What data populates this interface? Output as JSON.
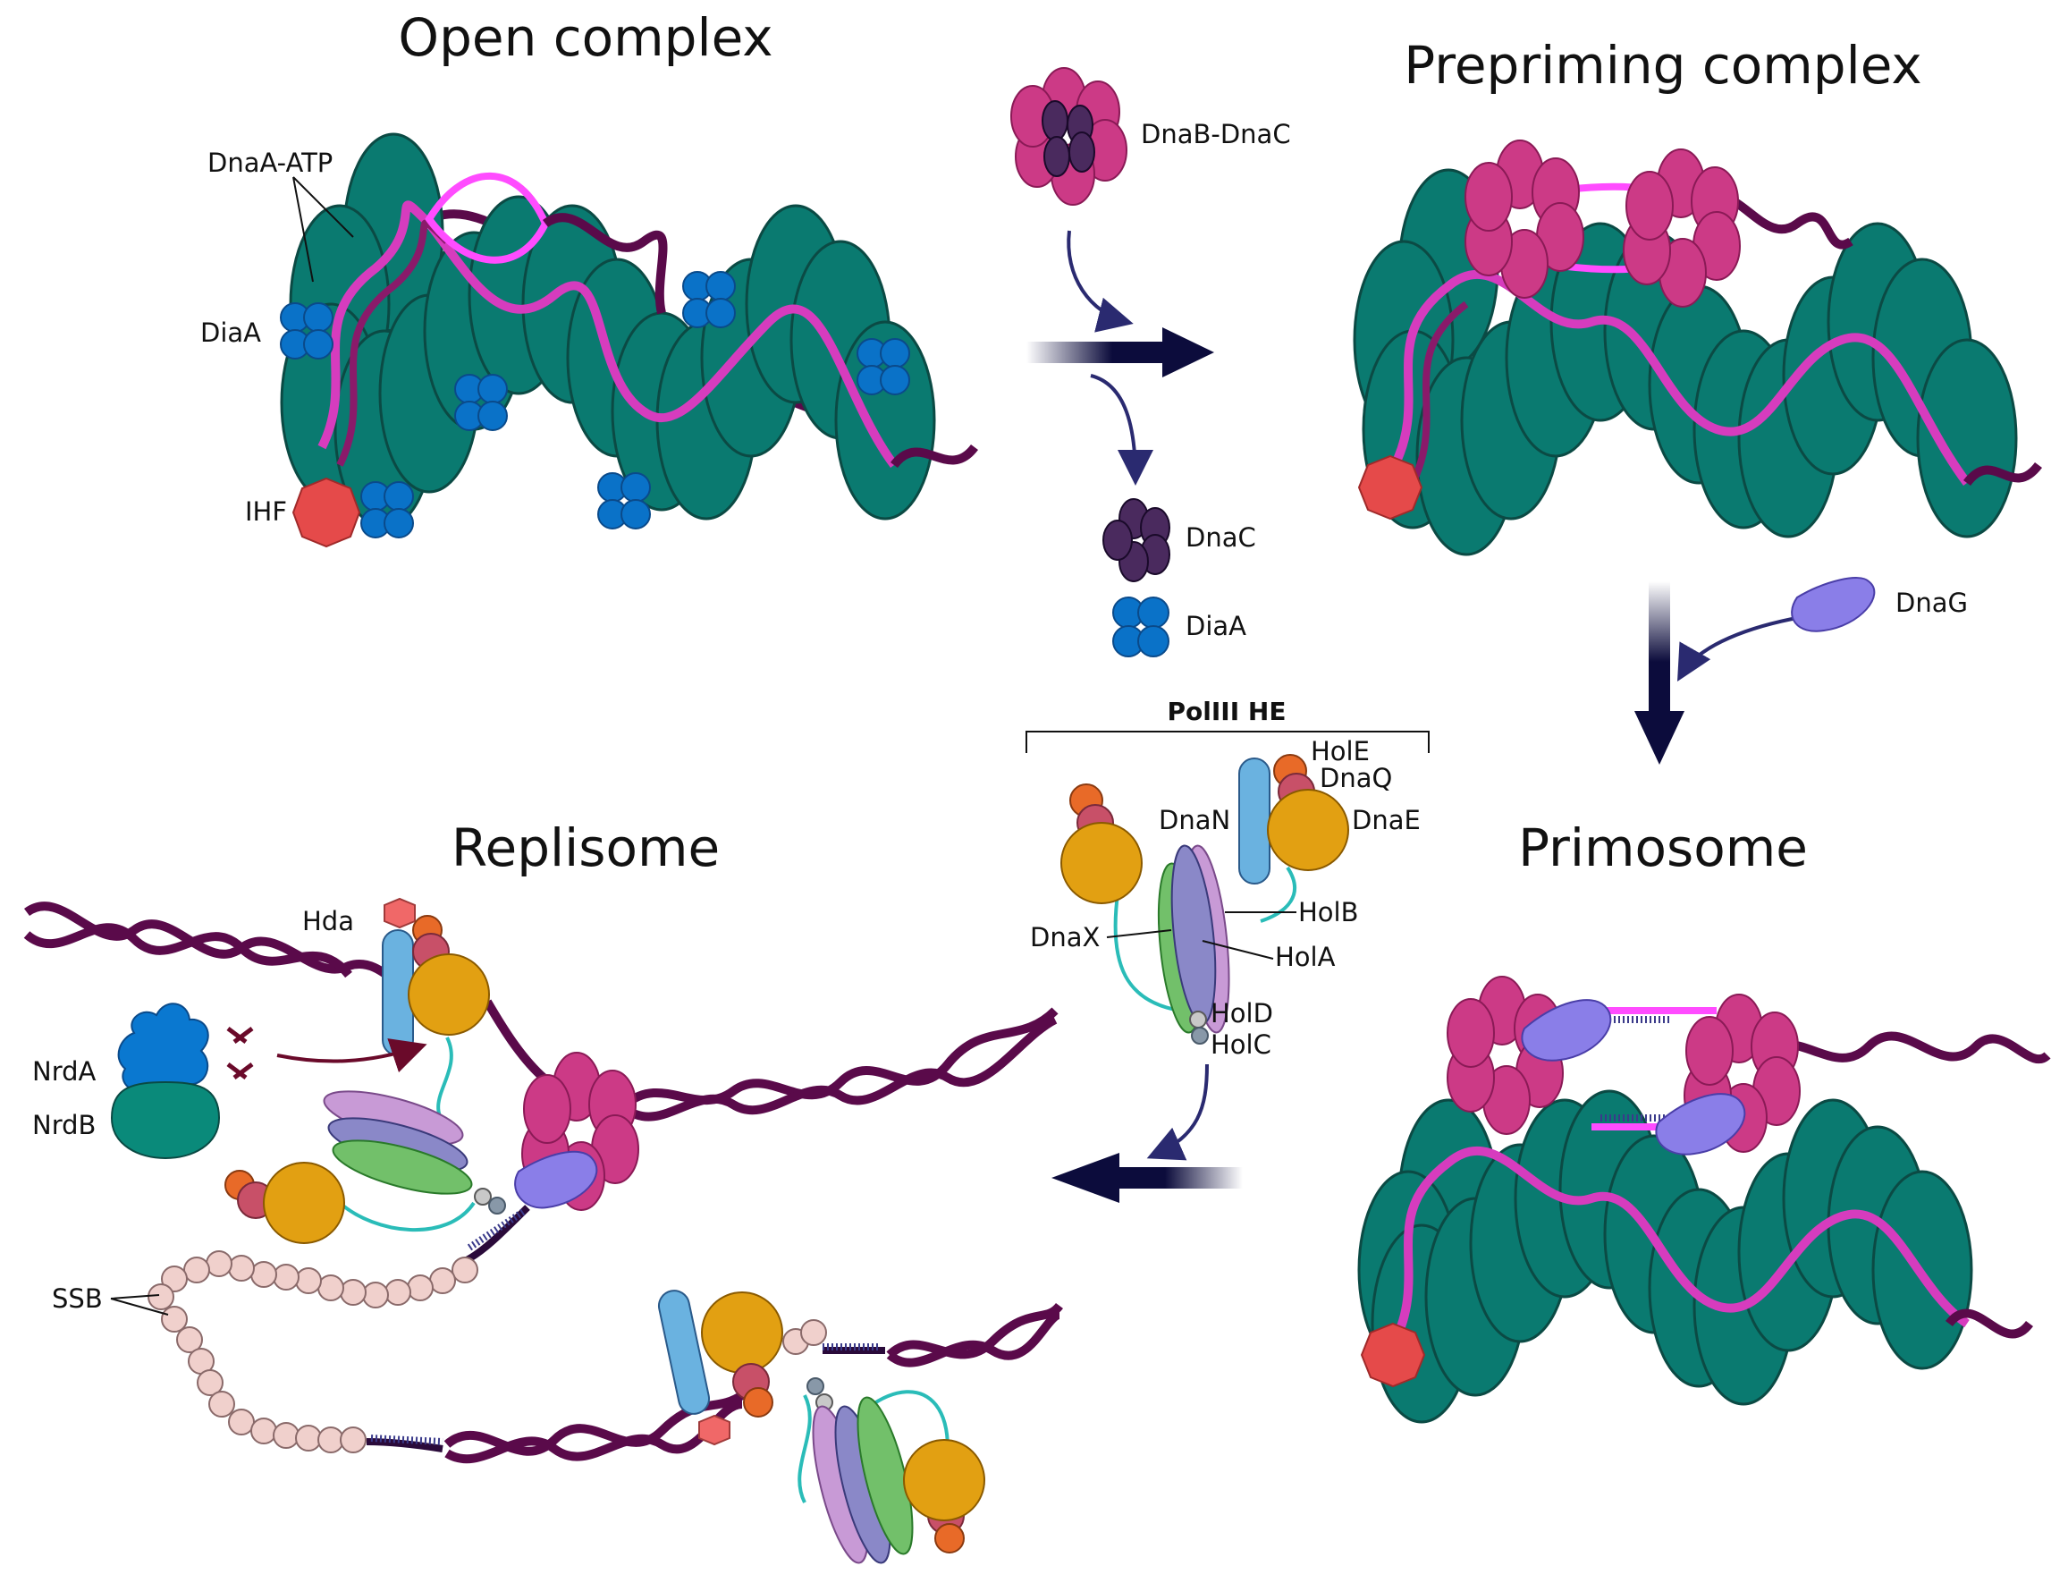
{
  "titles": {
    "open_complex": "Open complex",
    "prepriming_complex": "Prepriming complex",
    "primosome": "Primosome",
    "replisome": "Replisome"
  },
  "labels": {
    "dnaa_atp": "DnaA-ATP",
    "diaa": "DiaA",
    "ihf": "IHF",
    "dnab_dnac": "DnaB-DnaC",
    "dnac": "DnaC",
    "diaa_released": "DiaA",
    "dnag": "DnaG",
    "poliii_he": "PolIII HE",
    "hole": "HolE",
    "dnaq": "DnaQ",
    "dnan": "DnaN",
    "dnae": "DnaE",
    "holb": "HolB",
    "dnax": "DnaX",
    "hola": "HolA",
    "hold": "HolD",
    "holc": "HolC",
    "hda": "Hda",
    "nrda": "NrdA",
    "nrdb": "NrdB",
    "ssb": "SSB"
  },
  "colors": {
    "dnaa": "#0a7a70",
    "dnaa_stroke": "#0b4a44",
    "dna_dark": "#5a0a4a",
    "dna_magenta": "#d63cbe",
    "bubble": "#ff4cff",
    "diaa": "#0a72c8",
    "ihf": "#e54a4a",
    "dnab": "#cc3a86",
    "dnac": "#4a2a5e",
    "dnag": "#8a7ee8",
    "dnae": "#e2a012",
    "dnaq": "#c85068",
    "hole": "#e86a28",
    "dnan": "#6ab2e0",
    "hola": "#8a88c8",
    "holb": "#c89ad6",
    "dnax": "#72c06a",
    "hold": "#8898a8",
    "holc": "#c8c8c8",
    "tether": "#2abcb8",
    "ssb": "#f0d0cc",
    "hda": "#f06868",
    "nrda": "#0a78d0",
    "nrdb": "#0a8a7a",
    "arrow": "#0c0c3c"
  }
}
